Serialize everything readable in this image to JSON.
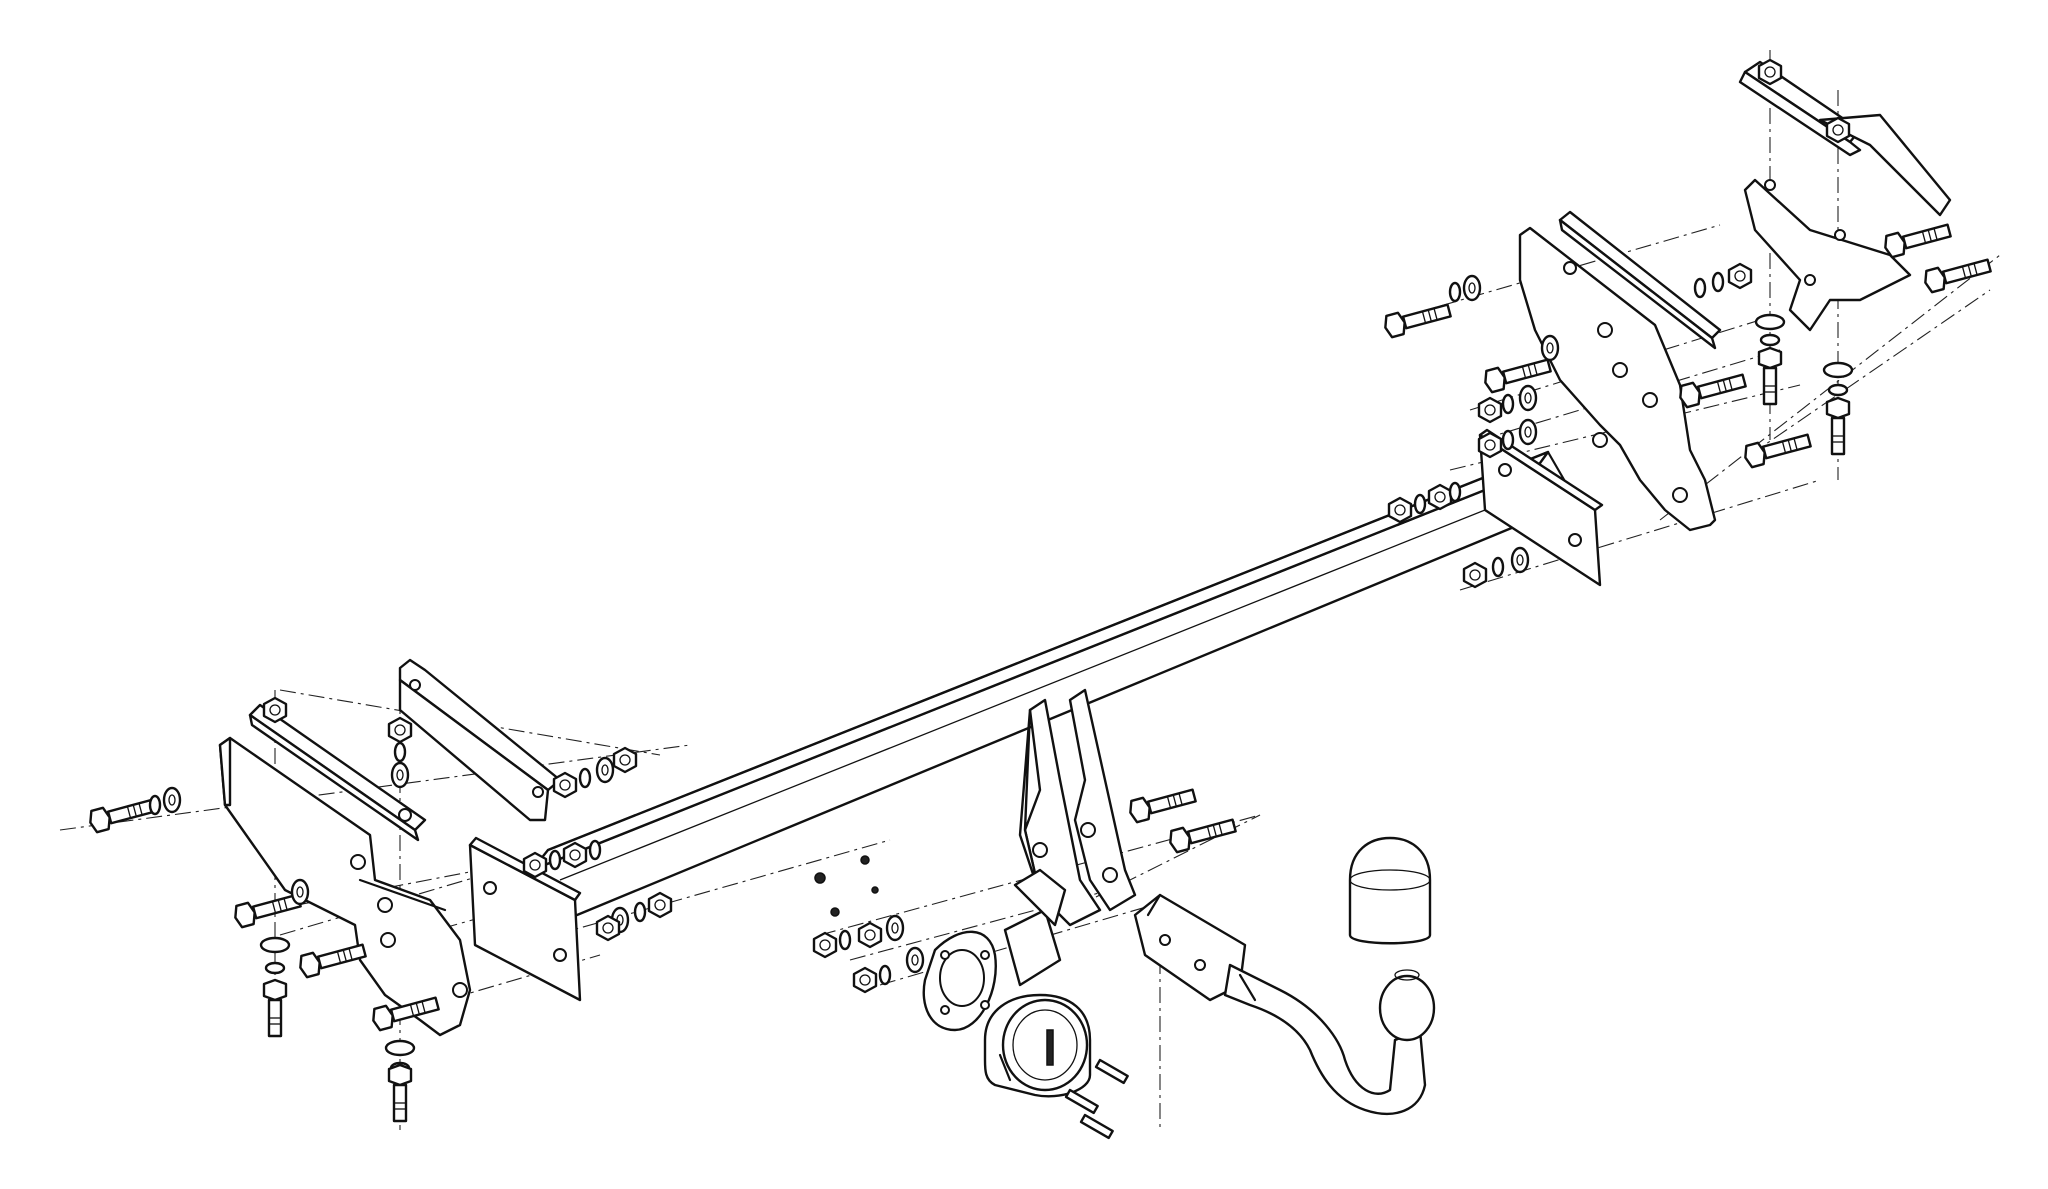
{
  "diagram": {
    "subject": "tow-bar-exploded-assembly",
    "colors": {
      "line": "#111111",
      "background": "#ffffff"
    },
    "parts": [
      "crossbar",
      "left-end-plate",
      "right-end-plate",
      "left-side-bracket",
      "right-side-bracket",
      "left-strap-plates",
      "right-strap-plates",
      "center-mount-bracket",
      "tow-ball-neck",
      "tow-ball-cap",
      "socket-plate",
      "electrical-socket",
      "bolts-nuts-washers"
    ]
  }
}
